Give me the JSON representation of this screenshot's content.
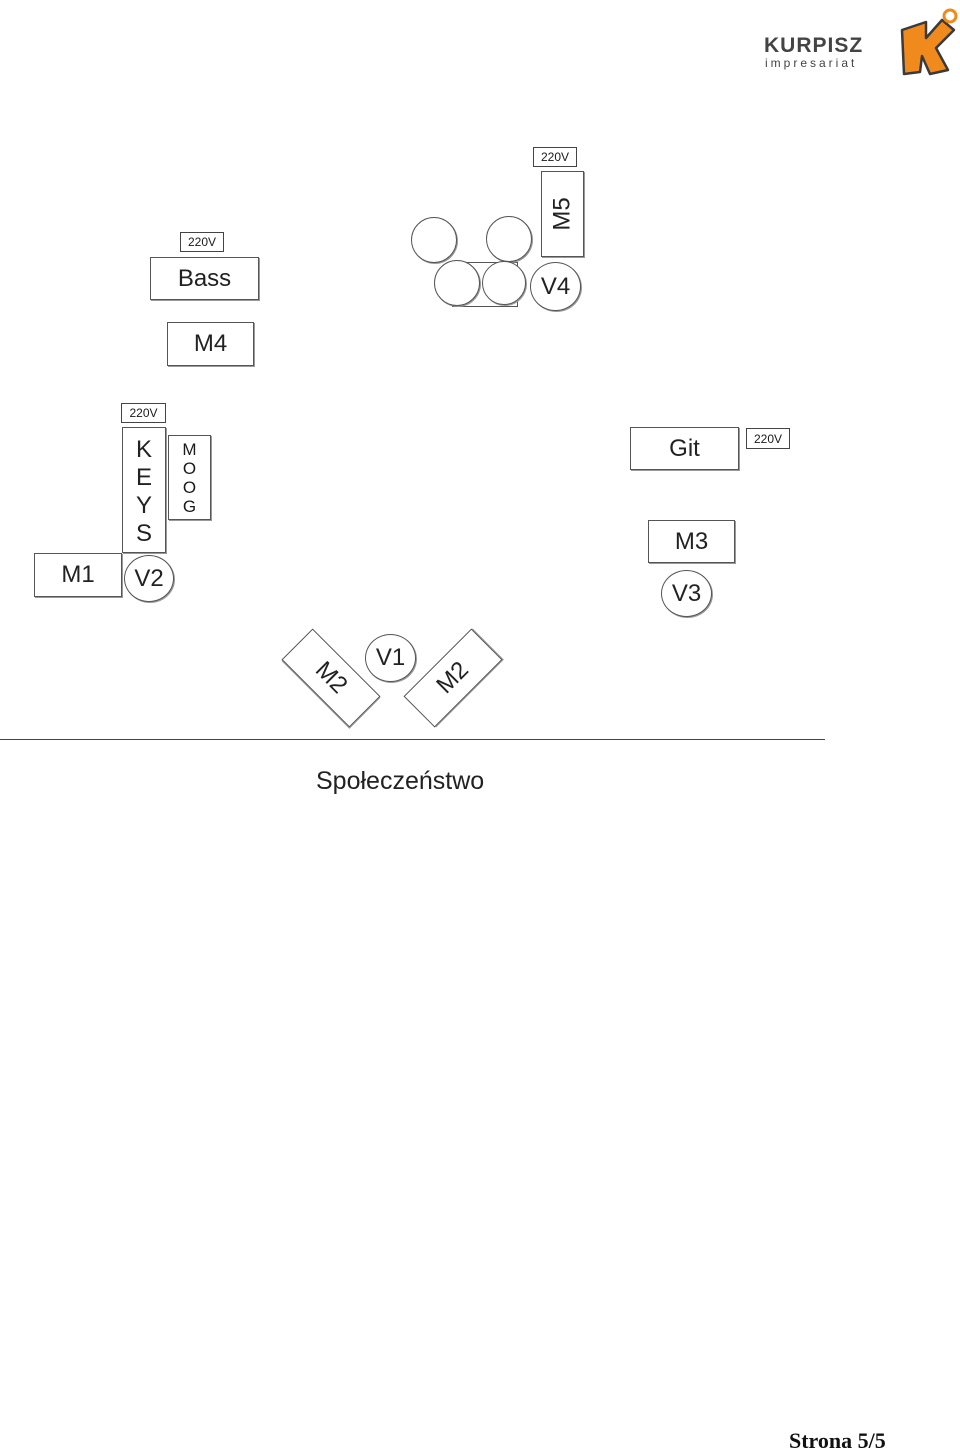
{
  "logo": {
    "brand": "KURPISZ",
    "sub": "impresariat",
    "mark": "K",
    "colors": {
      "brand_text": "#444444",
      "orange": "#f08a1c",
      "dark": "#3a3a3a"
    }
  },
  "plot": {
    "power_label": "220V",
    "bass": "Bass",
    "m4": "M4",
    "m5": "M5",
    "v4": "V4",
    "keys_letters": [
      "K",
      "E",
      "Y",
      "S"
    ],
    "moog_letters": [
      "M",
      "O",
      "O",
      "G"
    ],
    "m1": "M1",
    "v2": "V2",
    "git": "Git",
    "m3": "M3",
    "v3": "V3",
    "v1": "V1",
    "m2_left": "M2",
    "m2_right": "M2",
    "audience": "Społeczeństwo"
  },
  "footer": {
    "page": "Strona 5/5"
  }
}
